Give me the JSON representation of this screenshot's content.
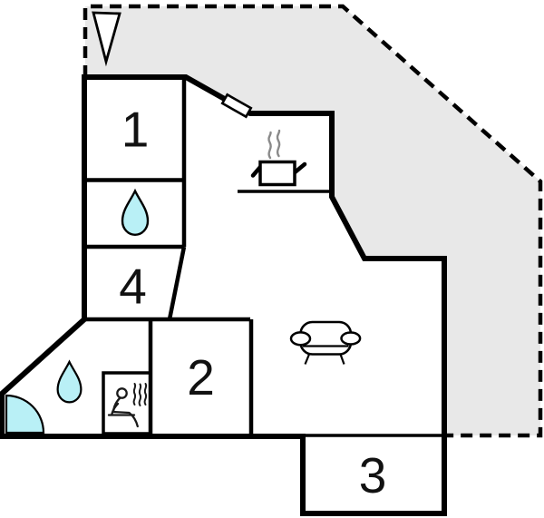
{
  "plan": {
    "image_type": "floor-plan",
    "rooms": [
      {
        "id": "room-1",
        "number": "1"
      },
      {
        "id": "room-2",
        "number": "2"
      },
      {
        "id": "room-3",
        "number": "3"
      },
      {
        "id": "room-4",
        "number": "4"
      }
    ],
    "icons": [
      {
        "name": "north-arrow-icon"
      },
      {
        "name": "interior-door-icon"
      },
      {
        "name": "stove-pot-icon"
      },
      {
        "name": "sofa-icon"
      },
      {
        "name": "sauna-icon"
      },
      {
        "name": "water-drop-icon"
      },
      {
        "name": "water-drop-icon"
      },
      {
        "name": "entrance-door-swing-icon"
      }
    ],
    "colors": {
      "background": "#ffffff",
      "plot_area_fill": "#e8e8e8",
      "wall": "#000000",
      "water_fill": "#b9f0f6",
      "steam_gray": "#8a8a8a"
    }
  }
}
